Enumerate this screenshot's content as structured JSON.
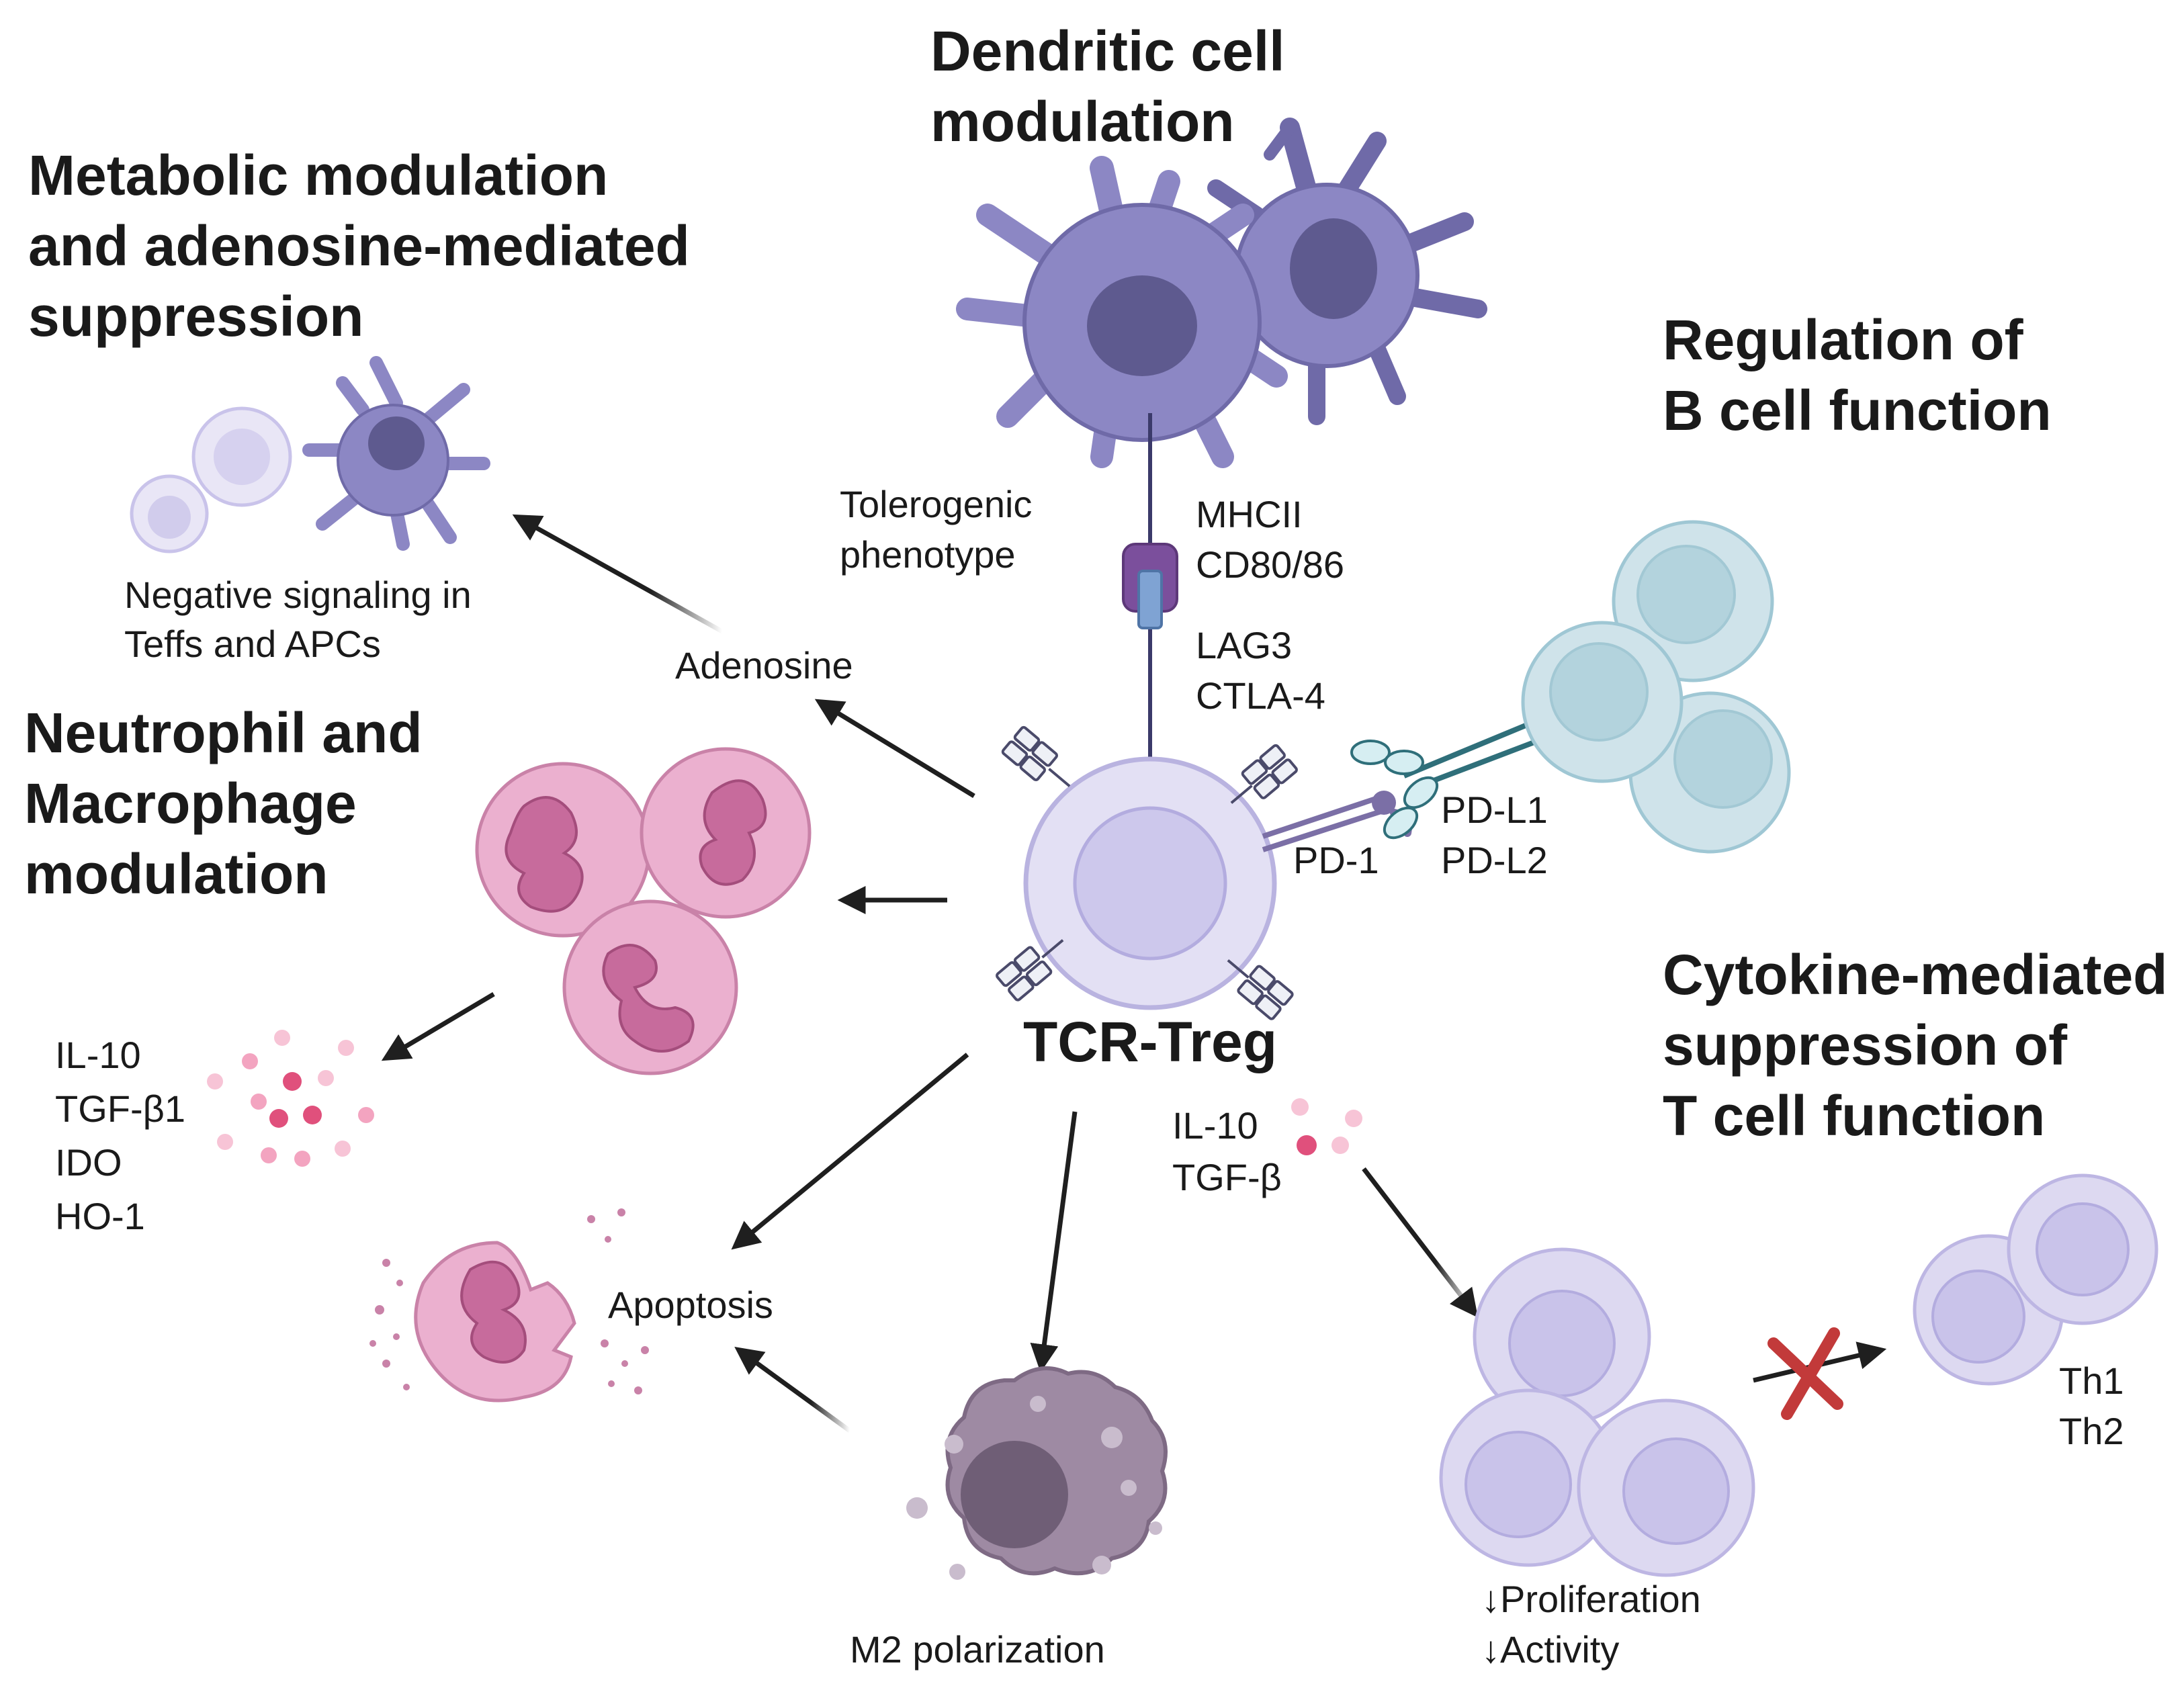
{
  "titles": {
    "dendritic": [
      "Dendritic cell",
      "modulation"
    ],
    "metabolic": [
      "Metabolic modulation",
      "and adenosine-mediated",
      "suppression"
    ],
    "bcell": [
      "Regulation of",
      "B cell function"
    ],
    "neutrophil": [
      "Neutrophil and",
      "Macrophage",
      "modulation"
    ],
    "cytokine": [
      "Cytokine-mediated",
      "suppression of",
      "T cell function"
    ]
  },
  "labels": {
    "center": "TCR-Treg",
    "tolerogenic": [
      "Tolerogenic",
      "phenotype"
    ],
    "mhc": [
      "MHCII",
      "CD80/86"
    ],
    "lag": [
      "LAG3",
      "CTLA-4"
    ],
    "negative_signaling": [
      "Negative signaling in",
      "Teffs and APCs"
    ],
    "adenosine": "Adenosine",
    "pd1": "PD-1",
    "pdl": [
      "PD-L1",
      "PD-L2"
    ],
    "neutrophil_cytokines": [
      "IL-10",
      "TGF-β1",
      "IDO",
      "HO-1"
    ],
    "treg_cytokines": [
      "IL-10",
      "TGF-β"
    ],
    "apoptosis": "Apoptosis",
    "m2": "M2 polarization",
    "t_outcomes": [
      "↓Proliferation",
      "↓Activity"
    ],
    "th": [
      "Th1",
      "Th2"
    ]
  },
  "colors": {
    "dendritic": "#8c87c4",
    "dendritic_nucleus": "#5e5a8f",
    "bcell": "#cfe3ea",
    "bcell_nucleus": "#b3d3dd",
    "treg": "#e3e0f4",
    "treg_nucleus": "#cdc8ec",
    "neutrophil": "#ebb0cf",
    "neutrophil_nucleus": "#c76b9c",
    "macrophage": "#9e8aa3",
    "macrophage_nucleus": "#6f5e76",
    "tcell": "#ddd9f1",
    "tcell_nucleus": "#c9c3ea",
    "inhibition_cross": "#c23a3a",
    "arrow": "#1f1f1f"
  }
}
